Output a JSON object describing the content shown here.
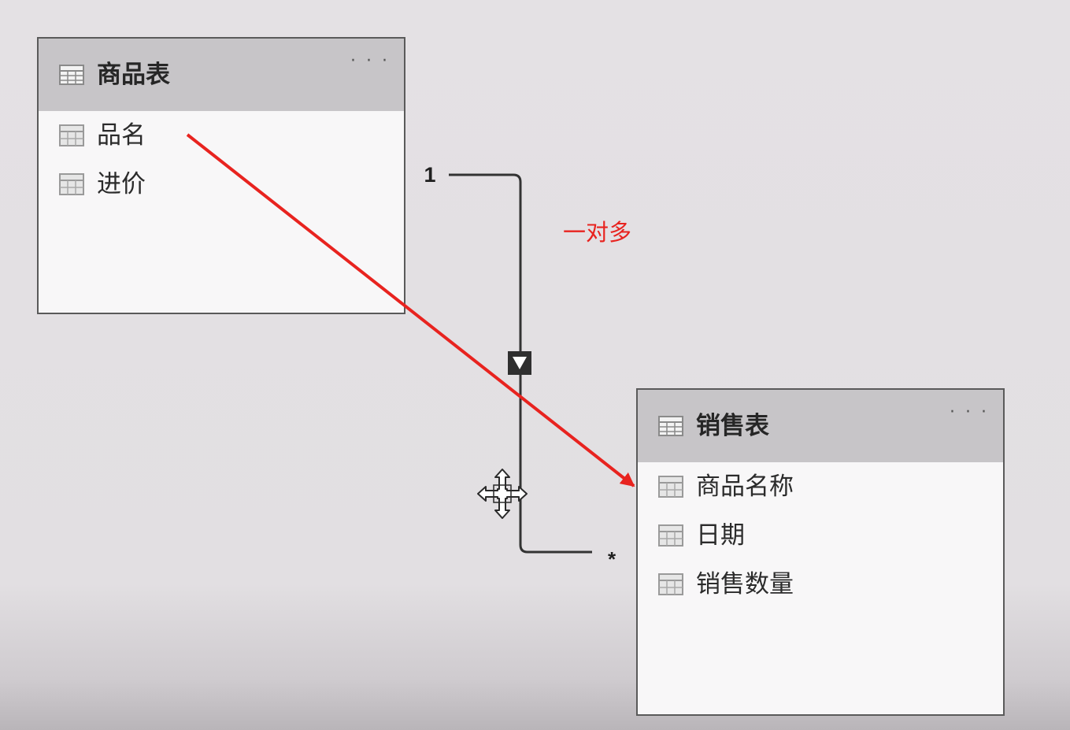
{
  "tables": [
    {
      "title": "商品表",
      "more": "· · ·",
      "fields": [
        "品名",
        "进价"
      ]
    },
    {
      "title": "销售表",
      "more": "· · ·",
      "fields": [
        "商品名称",
        "日期",
        "销售数量"
      ]
    }
  ],
  "relationship": {
    "one_side_label": "1",
    "many_side_label": "*",
    "filter_direction": "single",
    "annotation": "一对多",
    "annotation_color": "#e8231f",
    "arrow_color": "#e8231f"
  },
  "icons": {
    "table": "table-grid-icon",
    "field": "field-table-icon",
    "filter_direction": "triangle-down-icon",
    "cursor": "move-cursor-icon"
  }
}
